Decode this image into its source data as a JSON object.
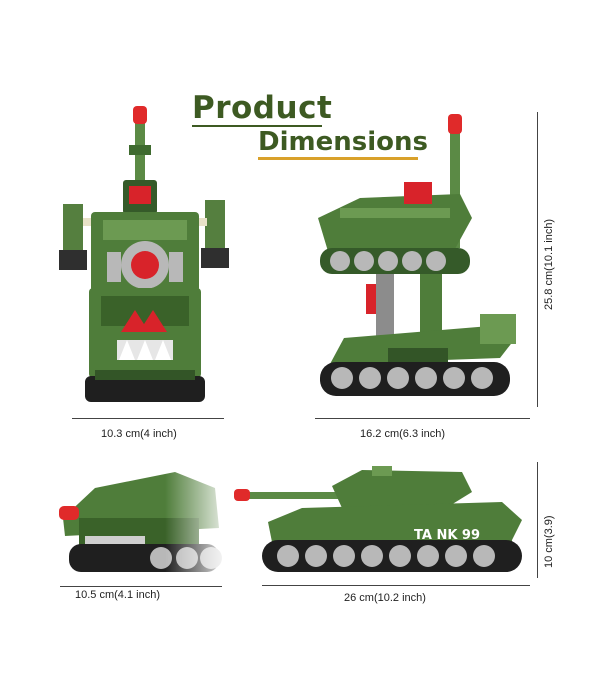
{
  "title": {
    "line1": "Product",
    "line2": "Dimensions"
  },
  "images": [
    {
      "name": "robot-front-view",
      "width_label": "10.3 cm(4 inch)"
    },
    {
      "name": "robot-side-view",
      "width_label": "16.2 cm(6.3 inch)",
      "height_label": "25.8 cm(10.1 inch)"
    },
    {
      "name": "tank-front-view",
      "width_label": "10.5 cm(4.1 inch)"
    },
    {
      "name": "tank-side-view",
      "width_label": "26 cm(10.2 inch)",
      "height_label": "10 cm(3.9)"
    }
  ],
  "tank_text": "TA NK 99",
  "colors": {
    "title": "#3d5a22",
    "accent": "#d9a12a",
    "army_green": "#4f7d3a",
    "dark_green": "#335527",
    "red": "#d8232a",
    "wheel_grey": "#b8b8b8"
  }
}
